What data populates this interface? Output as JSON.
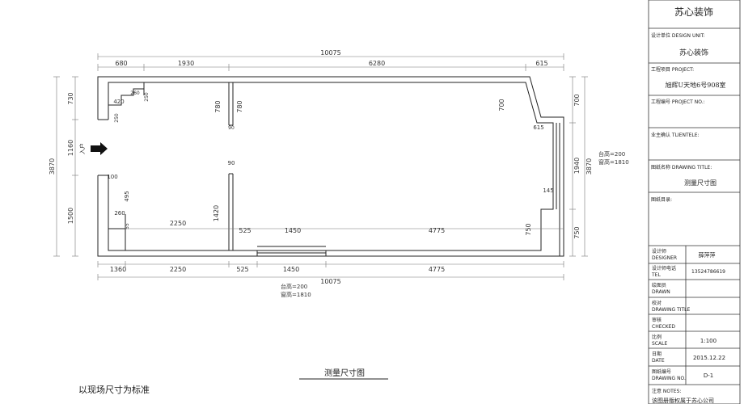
{
  "drawing": {
    "main_title": "测量尺寸图",
    "note": "以现场尺寸为标准",
    "direction_label": "入户",
    "dims_top": [
      "10075",
      "680",
      "1930",
      "6280",
      "615"
    ],
    "dims_bottom": [
      "1360",
      "2250",
      "525",
      "1450",
      "4775",
      "10075"
    ],
    "dims_inner": [
      "2250",
      "525",
      "1450",
      "4775",
      "420",
      "260",
      "250",
      "250",
      "90",
      "90",
      "615",
      "145",
      "100",
      "495",
      "260",
      "55"
    ],
    "dims_left": [
      "3870",
      "730",
      "1160",
      "1500"
    ],
    "dims_right": [
      "3870",
      "700",
      "1940",
      "750"
    ],
    "dims_mid": [
      "780",
      "780",
      "700",
      "1420",
      "750"
    ],
    "sill_right": "台高=200",
    "window_right": "窗高=1810",
    "sill_bottom": "台高=200",
    "window_bottom": "窗高=1810"
  },
  "title_block": {
    "company": "苏心装饰",
    "design_unit_label": "设计单位 DESIGN UNIT:",
    "design_unit_value": "苏心装饰",
    "project_label": "工程项目 PROJECT:",
    "project_value": "旭辉U天地6号908室",
    "project_no_label": "工程编号 PROJECT NO.:",
    "owner_confirm_label": "业主确认 TLIENTELE:",
    "drawing_title_label": "图纸名称 DRAWING TITLE:",
    "drawing_title_value": "测量尺寸图",
    "drawing_catalog_label": "图纸目录:",
    "designer_label_cn": "设计师",
    "designer_label_en": "DESIGNER",
    "designer_value": "薛萍萍",
    "designer_tel_label_cn": "设计师电话",
    "designer_tel_label_en": "TEL",
    "designer_tel_value": "13524786619",
    "drawn_label_cn": "绘图员",
    "drawn_label_en": "DRAWN",
    "check_label_cn": "校对",
    "check_label_en": "DRAWING TITLE",
    "checked_label_cn": "审核",
    "checked_label_en": "CHECKED",
    "scale_label_cn": "比例",
    "scale_label_en": "SCALE",
    "scale_value": "1:100",
    "date_label_cn": "日期",
    "date_label_en": "DATE",
    "date_value": "2015.12.22",
    "drawing_no_label_cn": "图纸编号",
    "drawing_no_label_en": "DRAWING NO.",
    "drawing_no_value": "D-1",
    "notes_label": "注意 NOTES:",
    "notes_value": "该图册版权属于苏心公司"
  }
}
